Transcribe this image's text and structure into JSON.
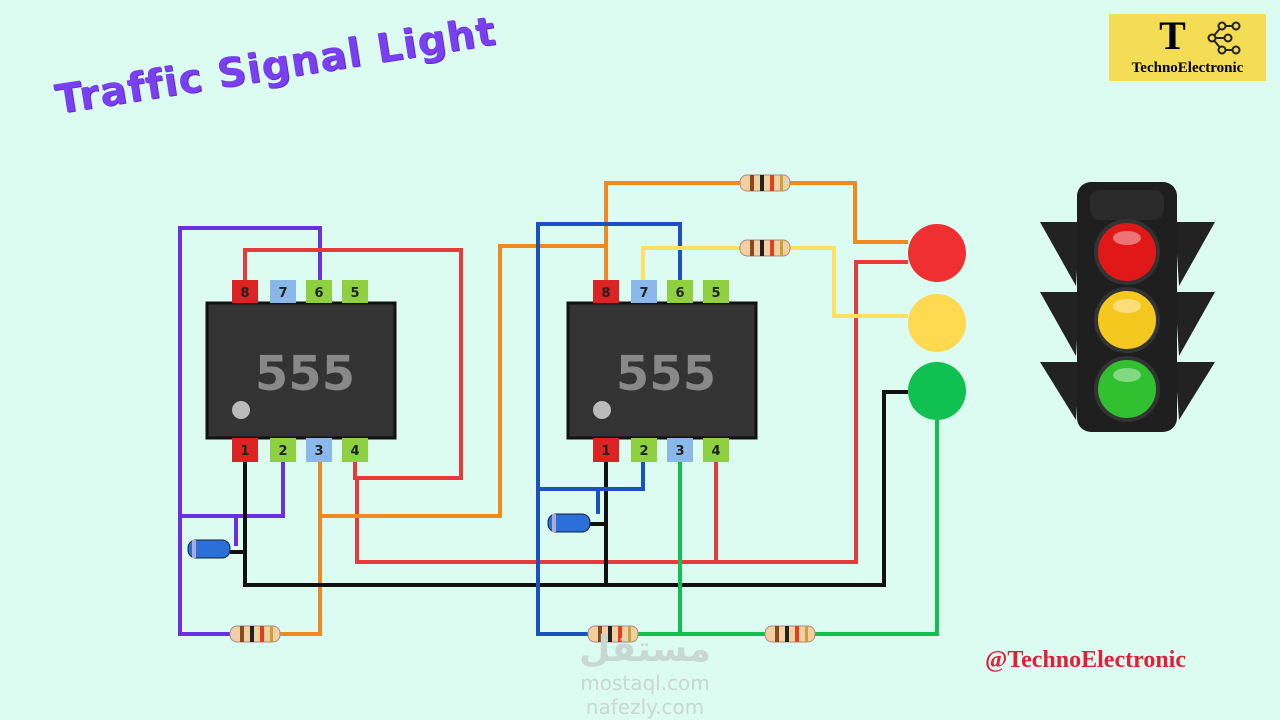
{
  "title": "Traffic Signal Light",
  "logo": {
    "letter": "T",
    "name": "TechnoElectronic"
  },
  "handle": "@TechnoElectronic",
  "watermark": {
    "arabic": "مستقل",
    "line1": "mostaql.com",
    "line2": "nafezly.com"
  },
  "chips": [
    {
      "label": "555",
      "top_pins": [
        "8",
        "7",
        "6",
        "5"
      ],
      "bottom_pins": [
        "1",
        "2",
        "3",
        "4"
      ]
    },
    {
      "label": "555",
      "top_pins": [
        "8",
        "7",
        "6",
        "5"
      ],
      "bottom_pins": [
        "1",
        "2",
        "3",
        "4"
      ]
    }
  ],
  "colors": {
    "red": "#f03a3a",
    "yellow": "#ffd950",
    "green": "#10c050",
    "wire_purple": "#6a2fe0",
    "wire_orange": "#f08a20",
    "wire_blue": "#1c4fc0",
    "wire_black": "#111111"
  }
}
